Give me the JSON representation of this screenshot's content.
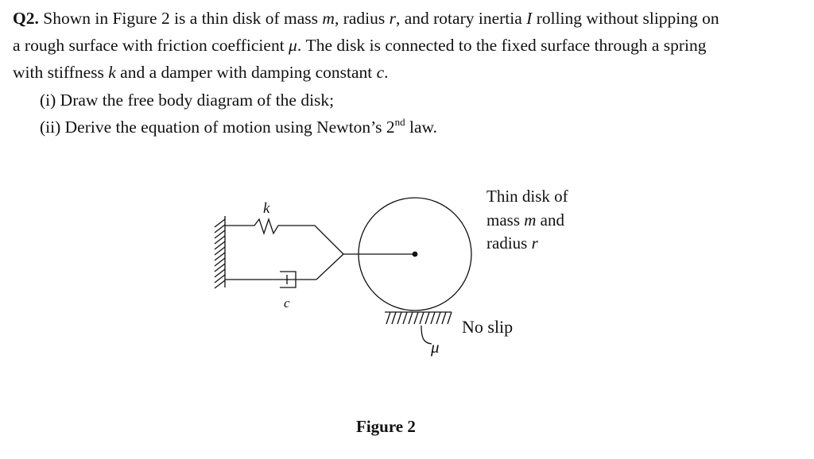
{
  "question": {
    "number": "Q2.",
    "line1_a": " Shown in Figure 2 is a thin disk of mass ",
    "m": "m",
    "line1_b": ", radius ",
    "r": "r",
    "line1_c": ", and rotary inertia ",
    "I": "I",
    "line1_d": " rolling without slipping on",
    "line2_a": "a rough surface with friction coefficient ",
    "mu": "μ",
    "line2_b": ". The disk is connected to the fixed surface through a spring",
    "line3_a": "with stiffness ",
    "k": "k",
    "line3_b": " and a damper with damping constant ",
    "c": "c",
    "line3_c": "."
  },
  "parts": {
    "part1": "(i) Draw the free body diagram of the disk;",
    "part2_a": "(ii) Derive the equation of motion using Newton’s 2",
    "part2_sup": "nd",
    "part2_b": " law."
  },
  "figure": {
    "spring_label": "k",
    "damper_label": "c",
    "disk_label_1": "Thin disk of",
    "disk_label_2a": "mass ",
    "disk_label_2m": "m",
    "disk_label_2b": " and",
    "disk_label_3a": "radius ",
    "disk_label_3r": "r",
    "noslip_label": "No slip",
    "friction_label": "μ",
    "caption": "Figure 2"
  }
}
